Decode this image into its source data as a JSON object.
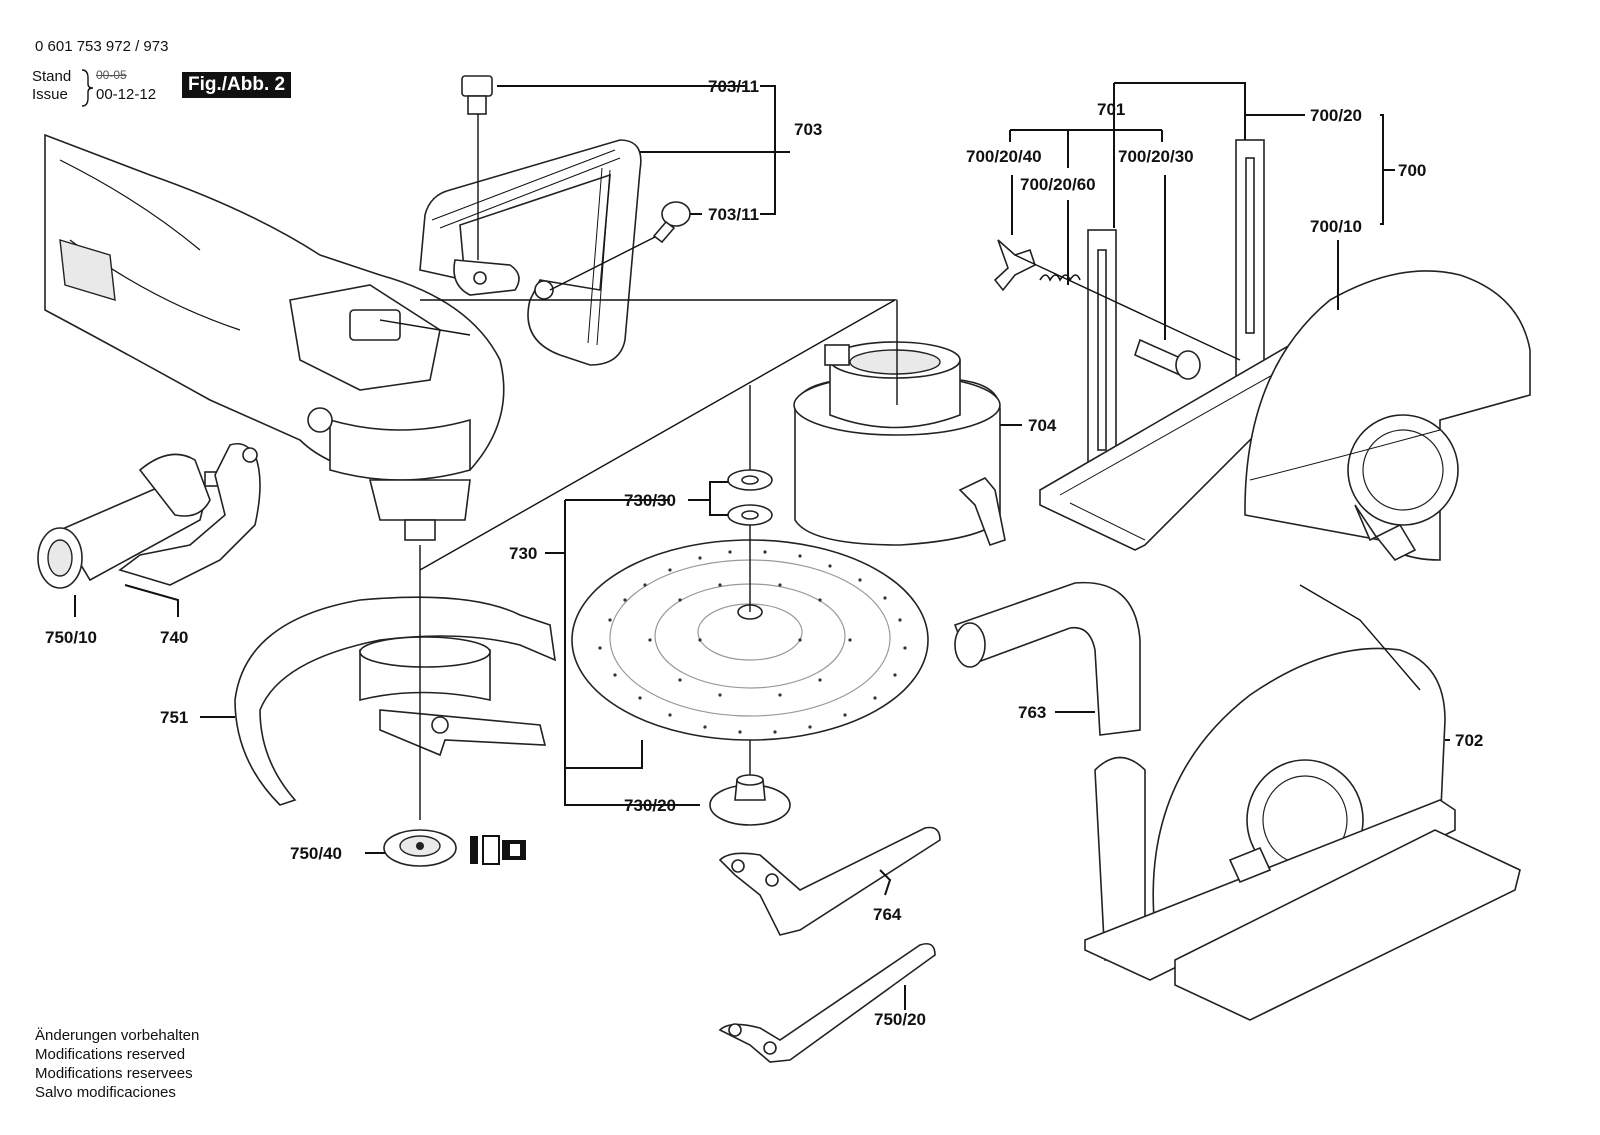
{
  "header": {
    "doc_number": "0 601 753 972 / 973",
    "stand_label": "Stand",
    "stand_value": "00-05",
    "issue_label": "Issue",
    "issue_value": "00-12-12",
    "figure_label": "Fig./Abb. 2"
  },
  "notes": [
    "Änderungen vorbehalten",
    "Modifications reserved",
    "Modifications reservees",
    "Salvo modificaciones"
  ],
  "parts": {
    "p703_11_top": "703/11",
    "p703": "703",
    "p703_11_bottom": "703/11",
    "p701": "701",
    "p700_20": "700/20",
    "p700": "700",
    "p700_20_40": "700/20/40",
    "p700_20_30": "700/20/30",
    "p700_20_60": "700/20/60",
    "p700_10": "700/10",
    "p704": "704",
    "p730_30": "730/30",
    "p730": "730",
    "p730_20": "730/20",
    "p750_10": "750/10",
    "p740": "740",
    "p751": "751",
    "p750_40": "750/40",
    "p763": "763",
    "p702": "702",
    "p764": "764",
    "p750_20": "750/20"
  }
}
